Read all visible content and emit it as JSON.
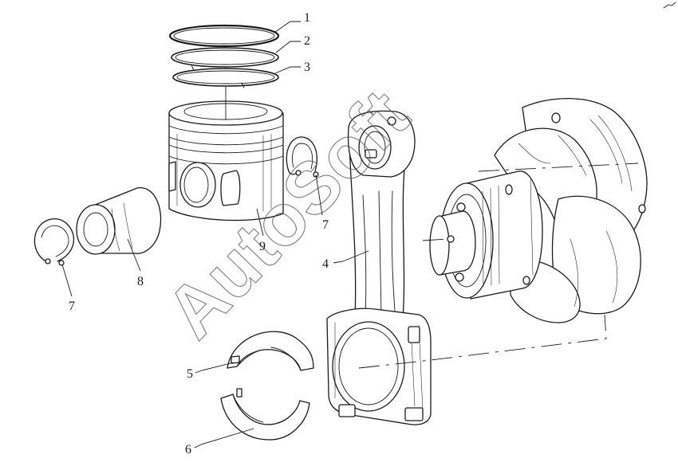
{
  "diagram": {
    "watermark": "AutoSoft",
    "callouts": [
      "1",
      "2",
      "3",
      "4",
      "5",
      "6",
      "7",
      "7",
      "8",
      "9"
    ],
    "parts": [
      "piston-ring-1",
      "piston-ring-2",
      "piston-ring-3",
      "piston",
      "piston-pin",
      "circlip",
      "connecting-rod",
      "upper-bearing-shell",
      "lower-bearing-shell",
      "crankshaft"
    ]
  }
}
